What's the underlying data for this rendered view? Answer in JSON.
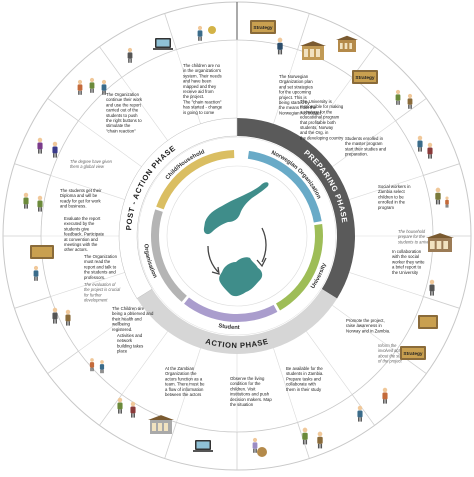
{
  "phases": {
    "preparing": {
      "label": "PREPARING PHASE",
      "color": "#5a5a5a"
    },
    "action": {
      "label": "ACTION PHASE",
      "color": "#d6d6d6"
    },
    "post_action": {
      "label": "POST - ACTION PHASE",
      "color": "#ffffff"
    }
  },
  "actors": {
    "norwegian_org": {
      "label": "Norwegian Organization",
      "color": "#4f9bbd"
    },
    "university": {
      "label": "University",
      "color": "#8db23a"
    },
    "student": {
      "label": "Student",
      "color": "#9b8cc4"
    },
    "organisation": {
      "label": "Organisation",
      "color": "#a7a7a7"
    },
    "child_household": {
      "label": "Child/Household",
      "color": "#d3b347"
    }
  },
  "center": {
    "map_color": "#3f8d8a"
  },
  "icons": {
    "strategy_board": "Strategy"
  },
  "texts": {
    "t1": [
      "The Norwegian",
      "Organization plan",
      "and set strategies",
      "for the upcoming",
      "project. This is",
      "being started by",
      "the means from the",
      "Norwegian Aid budget"
    ],
    "t2": [
      "The University is",
      "responsible for making",
      "a strategy for the",
      "educational program",
      "that profitable both",
      "students, Norway",
      "and the Org. in",
      "the developing country"
    ],
    "t3": [
      "Students enrolled in",
      "the master program",
      "start their studies and",
      "preparation."
    ],
    "t4": [
      "Social workers in",
      "Zambia select",
      "children to be",
      "enrolled in the",
      "program"
    ],
    "t5": [
      "The household",
      "prepare for the",
      "students to arrive"
    ],
    "t6": [
      "In collaboration",
      "with the social",
      "worker they write",
      "a brief report to",
      "the University"
    ],
    "t7": [
      "Promote the project,",
      "raise awareness in",
      "Norway and in Zambia."
    ],
    "t8": [
      "Inform the",
      "involved actors",
      "about the state",
      "of the project"
    ],
    "t9": [
      "Be available for the",
      "students in Zambia.",
      "Prepare tasks and",
      "collaborate with",
      "them in their study"
    ],
    "t10": [
      "Observe the living",
      "condition for the",
      "children. Visit",
      "institutions and push",
      "decision makers. Map",
      "the situation"
    ],
    "t11": [
      "At the Zambian",
      "Organization the",
      "actors function as a",
      "team. There must be",
      "a flow of information",
      "between the actors"
    ],
    "t12": [
      "Activities and",
      "network",
      "building takes",
      "place"
    ],
    "t13": [
      "The Children are",
      "being a observed and",
      "their health and",
      "wellbeing",
      "registered."
    ],
    "t14": [
      "The evaluation of",
      "the project is crucial",
      "for further",
      "development"
    ],
    "t15": [
      "The Organization",
      "must read the",
      "report and talk to",
      "the students and",
      "professors."
    ],
    "t16": [
      "Evaluate the report",
      "executed by the",
      "students give",
      "feedback. Participate",
      "at convention and",
      "meetings with the",
      "other actors."
    ],
    "t17": [
      "The degree have given",
      "them a global view"
    ],
    "t18": [
      "The students get their",
      "Diploma and will be",
      "ready for get for work",
      "and business."
    ],
    "t19": [
      "The Organization",
      "continue their work",
      "and use the report",
      "carried out of the",
      "students to push",
      "the right buttons to",
      "stimulate the",
      "\"chain reaction\""
    ],
    "t20": [
      "The children are no",
      "in the organization's",
      "system. Their needs",
      "and have been",
      "mapped and they",
      "receive aid from",
      "the project.",
      "The \"chain reaction\"",
      "has started - change",
      "is going to come"
    ]
  }
}
